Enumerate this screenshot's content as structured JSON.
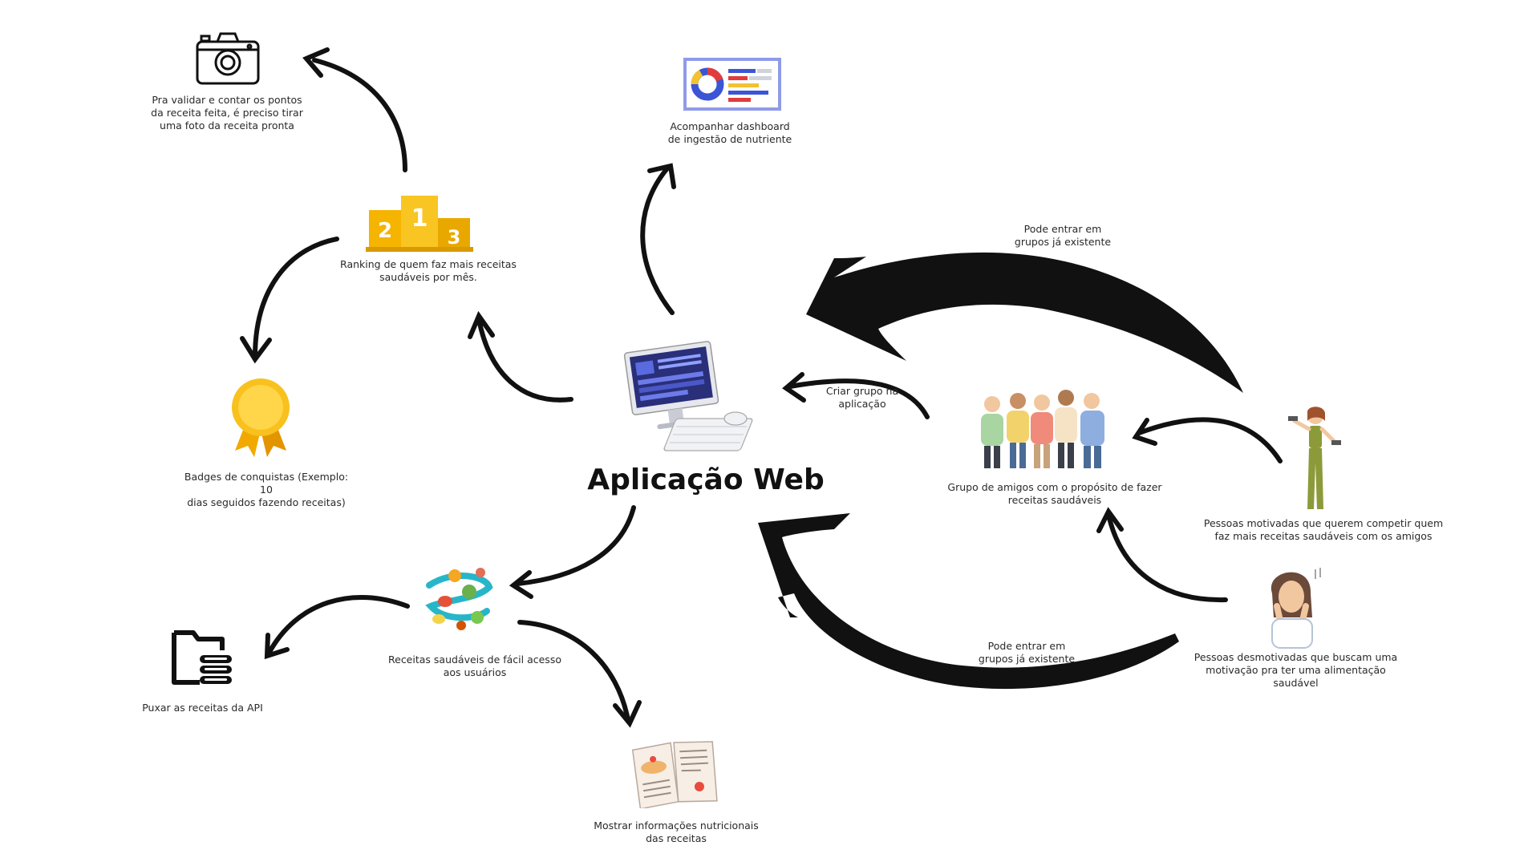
{
  "center": {
    "title": "Aplicação Web",
    "icon": "desktop-computer-icon"
  },
  "nodes": {
    "camera": {
      "lines": [
        "Pra validar e contar os pontos",
        "da receita feita, é preciso tirar",
        "uma foto da receita pronta"
      ],
      "icon": "camera-icon"
    },
    "ranking": {
      "lines": [
        "Ranking de quem faz mais receitas",
        "saudáveis por mês."
      ],
      "icon": "podium-icon"
    },
    "badges": {
      "lines": [
        "Badges de conquistas (Exemplo: 10",
        "dias seguidos fazendo receitas)"
      ],
      "icon": "award-badge-icon"
    },
    "dashboard": {
      "lines": [
        "Acompanhar dashboard",
        "de ingestão de nutriente"
      ],
      "icon": "dashboard-chart-icon"
    },
    "recipes": {
      "lines": [
        "Receitas saudáveis de fácil acesso",
        "aos usuários"
      ],
      "icon": "healthy-food-icon"
    },
    "api": {
      "lines": [
        "Puxar as receitas da API"
      ],
      "icon": "database-folder-icon"
    },
    "nutrition": {
      "lines": [
        "Mostrar informações nutricionais",
        "das receitas"
      ],
      "icon": "recipe-book-icon"
    },
    "group": {
      "lines": [
        "Grupo de amigos com o propósito de fazer",
        "receitas saudáveis"
      ],
      "icon": "friends-group-icon"
    },
    "motivated": {
      "lines": [
        "Pessoas motivadas que querem competir quem",
        "faz mais receitas saudáveis com os amigos"
      ],
      "icon": "fitness-woman-icon"
    },
    "unmotivated": {
      "lines": [
        "Pessoas desmotivadas que buscam uma",
        "motivação pra ter uma alimentação",
        "saudável"
      ],
      "icon": "stressed-woman-icon"
    }
  },
  "edges": {
    "create_group": {
      "lines": [
        "Criar grupo na",
        "aplicação"
      ]
    },
    "join_top": {
      "lines": [
        "Pode entrar em",
        "grupos já existente"
      ]
    },
    "join_bottom": {
      "lines": [
        "Pode entrar em",
        "grupos já existente"
      ]
    }
  },
  "colors": {
    "ink": "#111111",
    "gold": "#f4b400",
    "dash_frame": "#8f9be8",
    "dash_red": "#e23b3b",
    "dash_blue": "#3b55d6",
    "dash_yellow": "#f2c230"
  }
}
